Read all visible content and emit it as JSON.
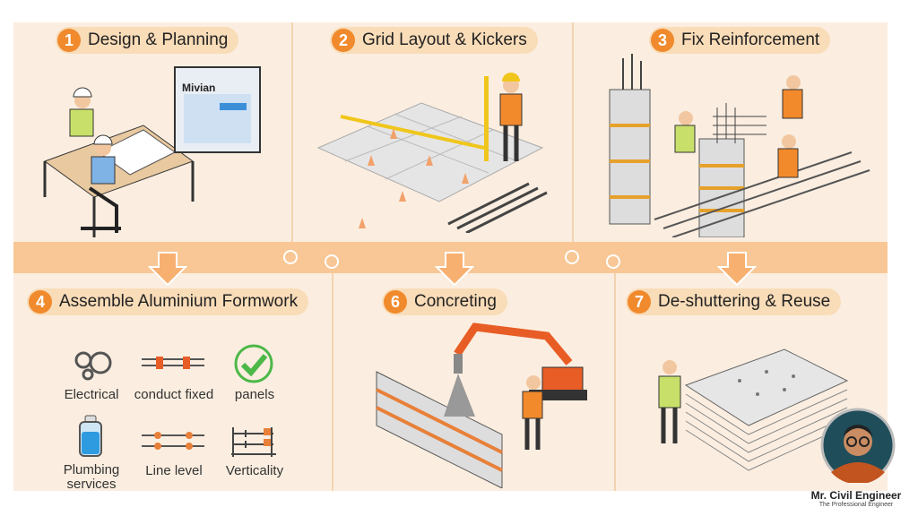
{
  "steps": [
    {
      "num": "1",
      "title": "Design & Planning",
      "screen_text": "Mivian"
    },
    {
      "num": "2",
      "title": "Grid Layout & Kickers"
    },
    {
      "num": "3",
      "title": "Fix Reinforcement"
    },
    {
      "num": "4",
      "title": "Assemble Aluminium Formwork",
      "items": [
        "Electrical",
        "conduct fixed",
        "panels",
        "Plumbing services",
        "Line level",
        "Verticality"
      ]
    },
    {
      "num": "6",
      "title": "Concreting"
    },
    {
      "num": "7",
      "title": "De-shuttering & Reuse"
    }
  ],
  "brand": {
    "name": "Mr. Civil Engineer",
    "tagline": "The Professional Engineer"
  },
  "colors": {
    "accent": "#f08a2c",
    "panel": "#fbeee0",
    "band": "#f8c795",
    "pill": "#f9dcb8"
  }
}
